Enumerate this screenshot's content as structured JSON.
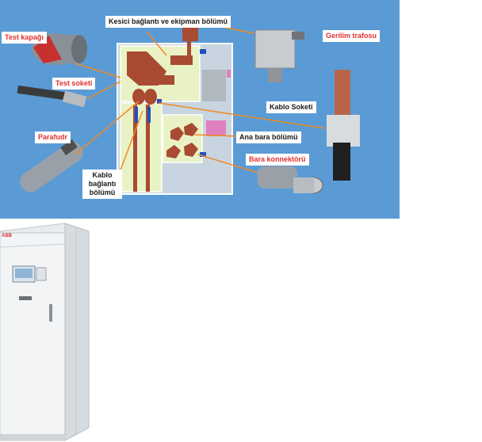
{
  "labels": {
    "breaker_compartment": "Kesici bağlantı ve ekipman bölümü",
    "test_cover": "Test kapağı",
    "test_socket": "Test soketi",
    "surge_arrester": "Parafudr",
    "cable_compartment": "Kablo bağlantı bölümü",
    "voltage_transformer": "Gerilim trafosu",
    "cable_socket": "Kablo Soketi",
    "main_busbar": "Ana bara bölümü",
    "busbar_connector": "Bara konnektörü"
  },
  "cabinet": {
    "logo": "ABB"
  },
  "colors": {
    "panel_bg": "#5b9bd5",
    "compartment_fill": "#e9f2c4",
    "component_fill": "#a94a33",
    "arrow": "#f08a20",
    "red_label": "#e03030"
  }
}
